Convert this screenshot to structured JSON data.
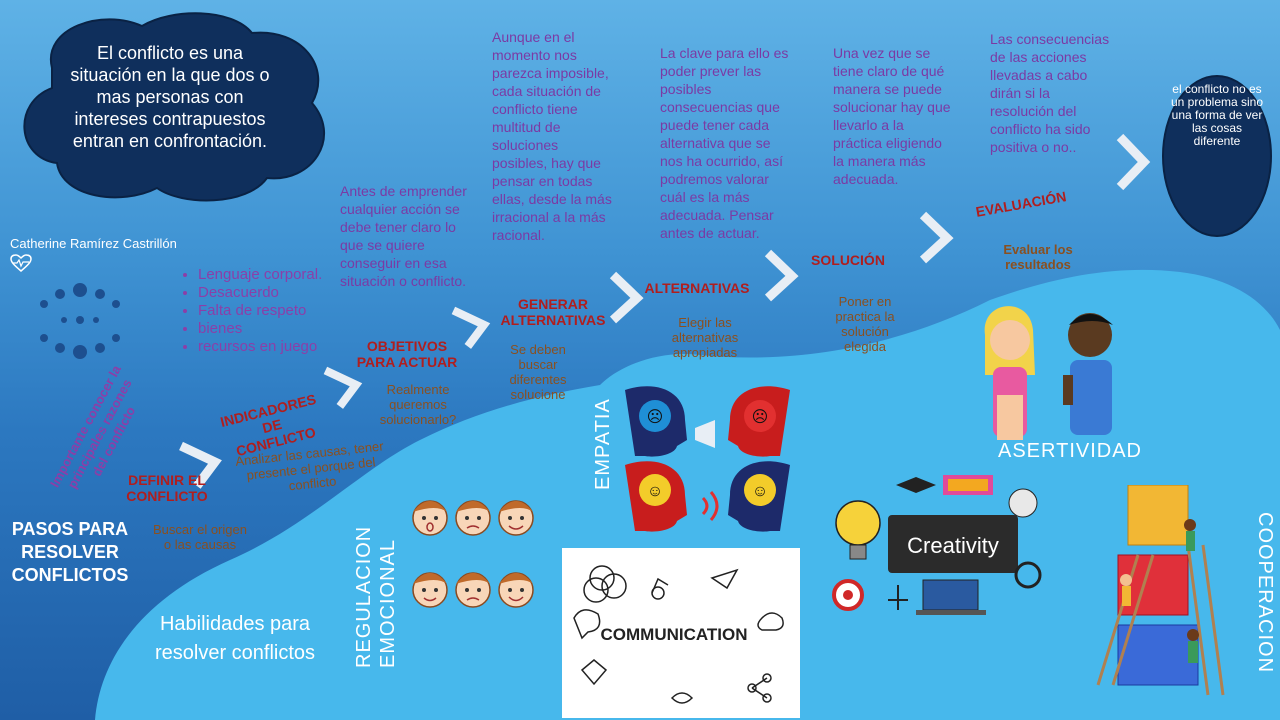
{
  "intro": {
    "definition": "El conflicto es una situación en la que dos o mas personas con intereses contrapuestos entran en confrontación.",
    "author": "Catherine Ramírez Castrillón"
  },
  "causes": [
    "Lenguaje corporal.",
    "Desacuerdo",
    "Falta de respeto",
    "bienes",
    "recursos en juego"
  ],
  "note_rotated": "Importante conocer la principales razones del conflicto",
  "title_main": "PASOS PARA RESOLVER CONFLICTOS",
  "steps": [
    {
      "title": "DEFINIR EL CONFLICTO",
      "desc": "Buscar el origen o las causas"
    },
    {
      "title": "INDICADORES DE CONFLICTO",
      "desc": "Analizar las causas, tener presente el porque del conflicto"
    },
    {
      "title": "OBJETIVOS PARA ACTUAR",
      "desc": "Realmente queremos solucionarlo?",
      "text": "Antes de emprender cualquier acción se debe tener claro lo que se quiere conseguir en esa situación o conflicto."
    },
    {
      "title": "GENERAR ALTERNATIVAS",
      "desc": "Se deben buscar diferentes solucione",
      "text": "Aunque en el momento nos parezca imposible, cada situación de conflicto tiene multitud de soluciones posibles, hay que pensar en todas ellas, desde la más irracional a la más racional."
    },
    {
      "title": "ALTERNATIVAS",
      "desc": "Elegir las alternativas apropiadas",
      "text": "La clave para ello es poder prever las posibles consecuencias que puede tener cada alternativa que se nos ha ocurrido, así podremos valorar cuál es la más adecuada. Pensar antes de actuar."
    },
    {
      "title": "SOLUCIÓN",
      "desc": "Poner en practica la solución elegida",
      "text": "Una vez que se tiene claro de qué manera se puede solucionar hay que llevarlo a la práctica eligiendo la manera más adecuada."
    },
    {
      "title": "EVALUACIÓN",
      "desc": "Evaluar los resultados",
      "text": "Las consecuencias de las acciones llevadas a cabo dirán si la resolución del conflicto ha sido positiva o no.."
    }
  ],
  "final_message": "el conflicto no es un problema sino una forma de ver las cosas diferente",
  "skills": {
    "title": "Habilidades para resolver conflictos",
    "regulacion": "REGULACION EMOCIONAL",
    "empatia": "EMPATIA",
    "asertividad": "ASERTIVIDAD",
    "cooperacion": "COOPERACION",
    "creativity": "Creativity",
    "communication": "COMMUNICATION"
  },
  "colors": {
    "title_red": "#b01e1e",
    "desc_brown": "#8a5020",
    "text_purple": "#7b3aa4",
    "cloud_navy": "#0f2f5c",
    "light_blue": "#47b8ec"
  }
}
